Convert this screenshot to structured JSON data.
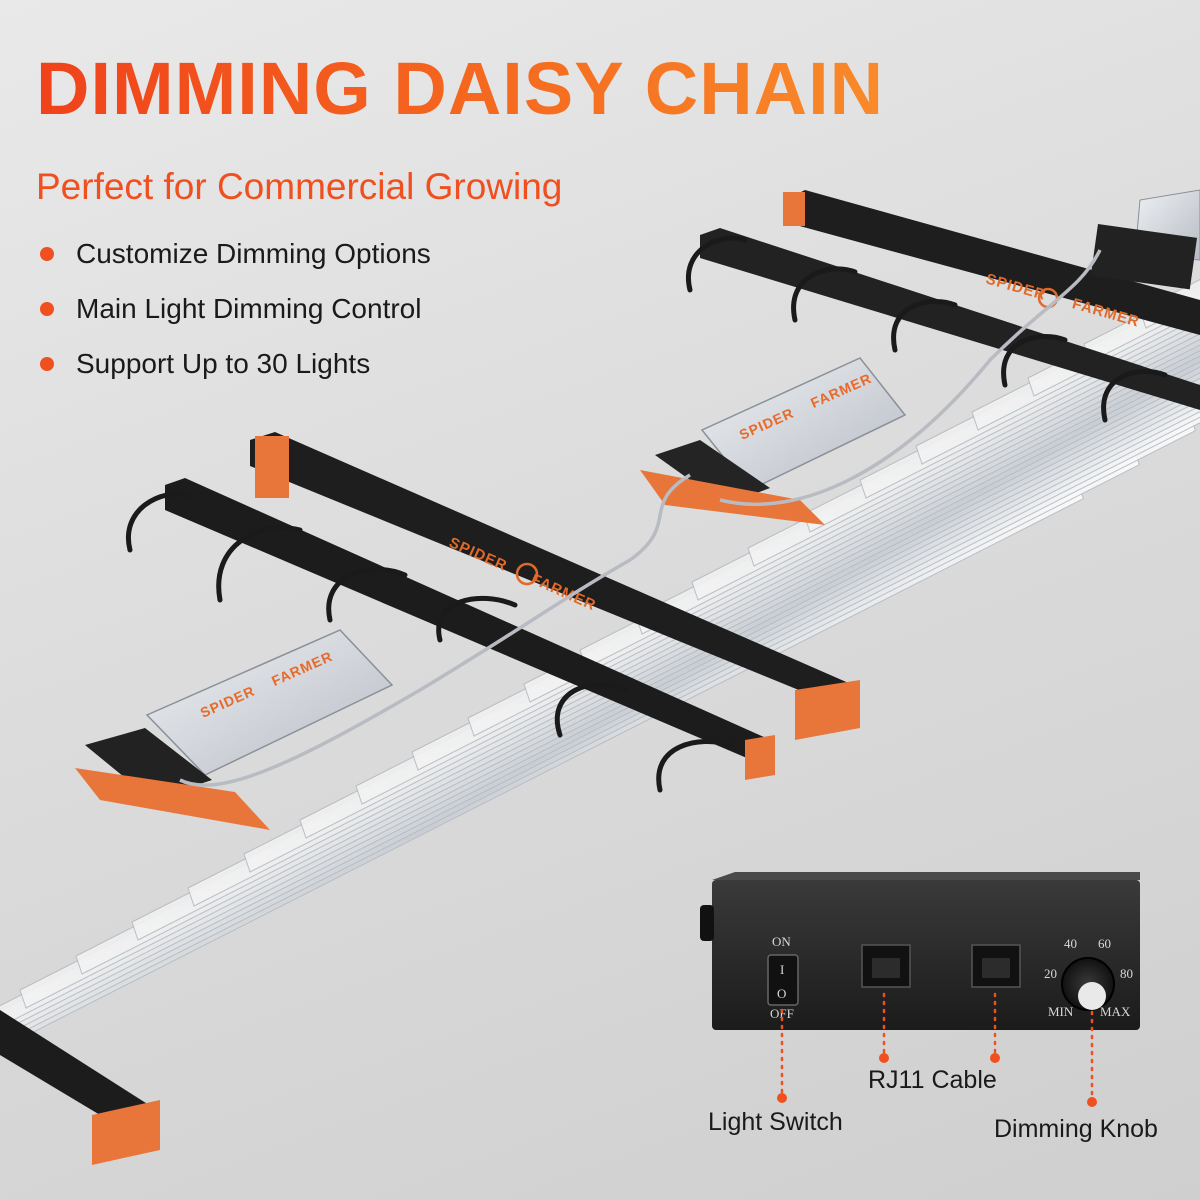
{
  "headline": "DIMMING DAISY CHAIN",
  "subtitle": "Perfect for Commercial Growing",
  "features": [
    "Customize Dimming Options",
    "Main Light Dimming Control",
    "Support Up to 30 Lights"
  ],
  "brand": {
    "left": "SPIDER",
    "right": "FARMER"
  },
  "control_panel": {
    "switch_on": "ON",
    "switch_off": "OFF",
    "switch_mark_on": "I",
    "switch_mark_off": "O",
    "dial_scale": [
      "20",
      "40",
      "60",
      "80"
    ],
    "dial_min": "MIN",
    "dial_max": "MAX"
  },
  "callouts": {
    "light_switch": "Light Switch",
    "rj11_cable": "RJ11 Cable",
    "dimming_knob": "Dimming Knob"
  },
  "colors": {
    "accent_orange": "#f0501f",
    "bracket_orange": "#e8763a",
    "bar_black": "#1e1e1e",
    "panel_dark": "#232323",
    "text_dark": "#1a1a1a"
  }
}
